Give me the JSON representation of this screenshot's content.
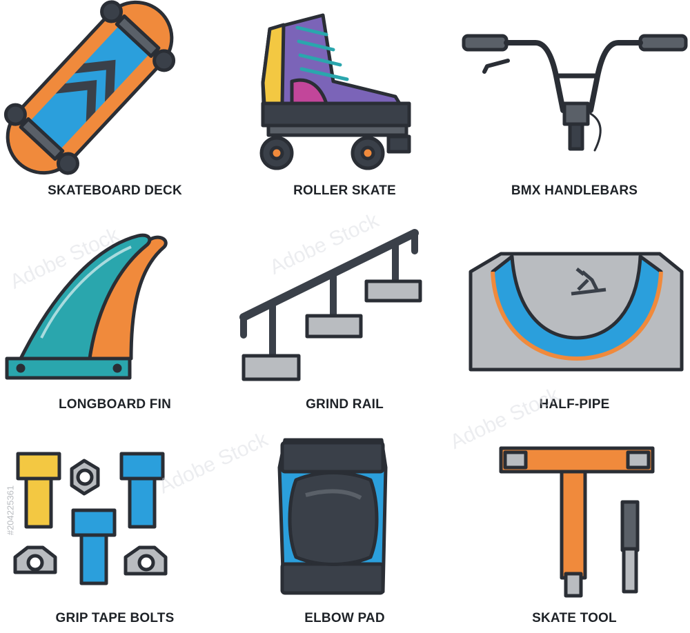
{
  "items": [
    {
      "label": "SKATEBOARD DECK",
      "icon": "skateboard-deck-icon"
    },
    {
      "label": "ROLLER SKATE",
      "icon": "roller-skate-icon"
    },
    {
      "label": "BMX HANDLEBARS",
      "icon": "bmx-handlebars-icon"
    },
    {
      "label": "LONGBOARD FIN",
      "icon": "longboard-fin-icon"
    },
    {
      "label": "GRIND RAIL",
      "icon": "grind-rail-icon"
    },
    {
      "label": "HALF-PIPE",
      "icon": "half-pipe-icon"
    },
    {
      "label": "GRIP TAPE BOLTS",
      "icon": "grip-tape-bolts-icon"
    },
    {
      "label": "ELBOW PAD",
      "icon": "elbow-pad-icon"
    },
    {
      "label": "SKATE TOOL",
      "icon": "skate-tool-icon"
    }
  ],
  "stock_id": "#204225361",
  "watermark": "Adobe Stock",
  "colors": {
    "outline": "#2a2e35",
    "orange": "#f08a3c",
    "blue": "#2b9fdc",
    "teal": "#2aa6ad",
    "purple": "#7b64b8",
    "gray": "#b9bcc0",
    "yellow": "#f3c842"
  }
}
